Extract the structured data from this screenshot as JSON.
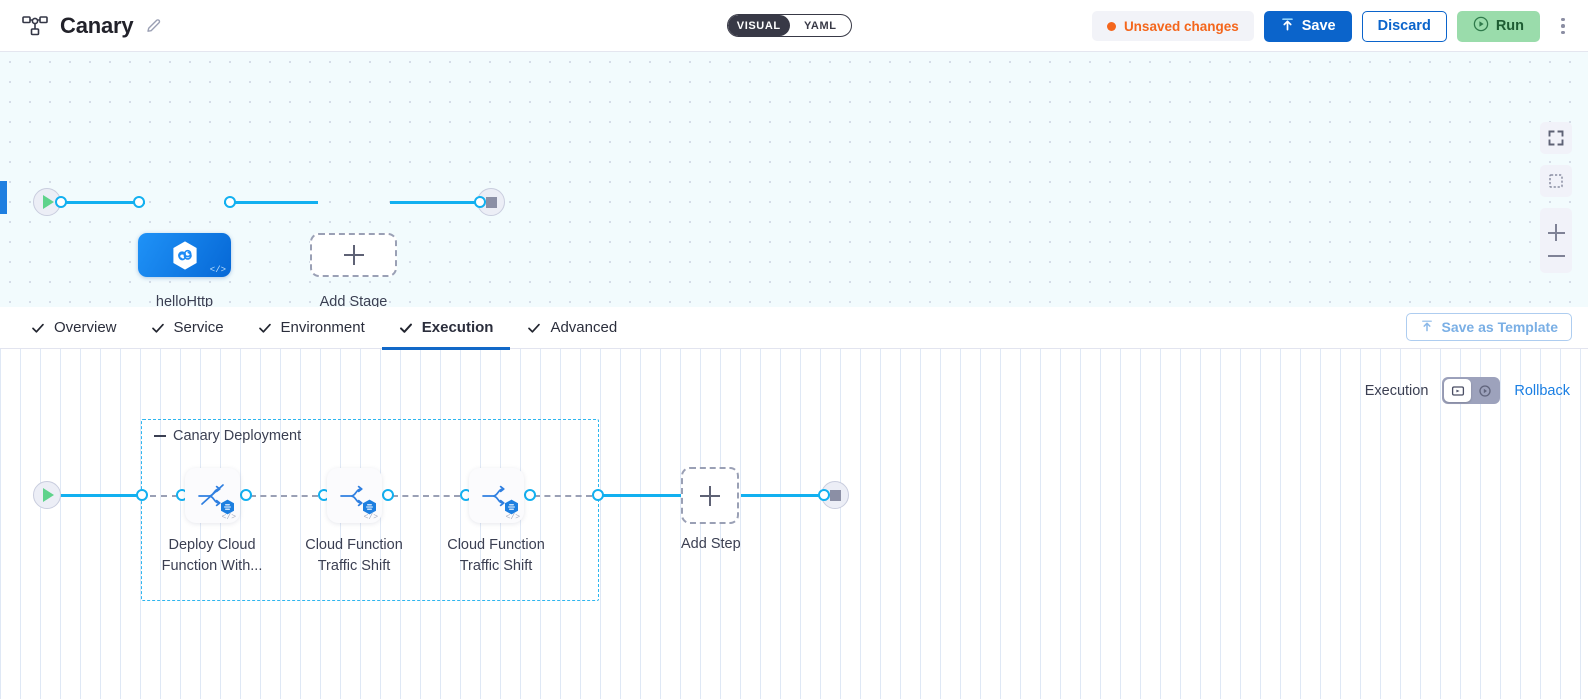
{
  "header": {
    "pipeline_icon": "pipeline-nodes-icon",
    "title": "Canary",
    "edit_icon": "pencil-edit-icon",
    "view_toggle": {
      "visual_label": "VISUAL",
      "yaml_label": "YAML",
      "selected": "VISUAL"
    },
    "unsaved_label": "Unsaved changes",
    "unsaved_color": "#f4661c",
    "save_label": "Save",
    "save_icon": "upload-icon",
    "discard_label": "Discard",
    "run_label": "Run",
    "run_icon": "play-circle-icon",
    "menu_icon": "kebab-menu-icon",
    "accent_blue": "#0b64cb",
    "run_green": "#9adcab"
  },
  "canvas_top": {
    "start_icon": "play-start-icon",
    "end_icon": "stop-end-icon",
    "nodes": [
      {
        "id": "hellohttp",
        "label": "helloHttp",
        "icon": "hexagon-link-icon",
        "code_badge": "</>",
        "type": "stage"
      },
      {
        "id": "add-stage",
        "label": "Add Stage",
        "icon": "plus-icon",
        "type": "add"
      }
    ],
    "controls": [
      {
        "name": "fit-screen-icon",
        "label": "Fit to screen"
      },
      {
        "name": "selection-box-icon",
        "label": "Selection"
      },
      {
        "name": "zoom-in-icon",
        "label": "Zoom in"
      },
      {
        "name": "zoom-out-icon",
        "label": "Zoom out"
      }
    ]
  },
  "tabs": {
    "items": [
      {
        "label": "Overview",
        "checked": true,
        "active": false
      },
      {
        "label": "Service",
        "checked": true,
        "active": false
      },
      {
        "label": "Environment",
        "checked": true,
        "active": false
      },
      {
        "label": "Execution",
        "checked": true,
        "active": true
      },
      {
        "label": "Advanced",
        "checked": true,
        "active": false
      }
    ],
    "save_template_label": "Save as Template",
    "save_template_icon": "upload-icon",
    "active_underline_color": "#1168c8"
  },
  "execution": {
    "toolbar": {
      "label": "Execution",
      "toggle_options": [
        {
          "name": "execution-view-icon",
          "selected": true
        },
        {
          "name": "rollback-view-icon",
          "selected": false
        }
      ],
      "rollback_label": "Rollback"
    },
    "stage_group": {
      "title": "Canary Deployment",
      "collapse_icon": "collapse-dash-icon",
      "border_color": "#2fb6ef"
    },
    "start_icon": "play-start-icon",
    "end_icon": "stop-end-icon",
    "steps": [
      {
        "id": "deploy-cloud-function",
        "label_line1": "Deploy Cloud",
        "label_line2": "Function With...",
        "icon": "deploy-traffic-split-icon",
        "badge": "hexagon-badge",
        "code_badge": "</>"
      },
      {
        "id": "traffic-shift-1",
        "label_line1": "Cloud Function",
        "label_line2": "Traffic Shift",
        "icon": "traffic-shift-icon",
        "badge": "hexagon-badge",
        "code_badge": "</>"
      },
      {
        "id": "traffic-shift-2",
        "label_line1": "Cloud Function",
        "label_line2": "Traffic Shift",
        "icon": "traffic-shift-icon",
        "badge": "hexagon-badge",
        "code_badge": "</>"
      }
    ],
    "add_step": {
      "label": "Add Step",
      "icon": "plus-icon"
    }
  }
}
